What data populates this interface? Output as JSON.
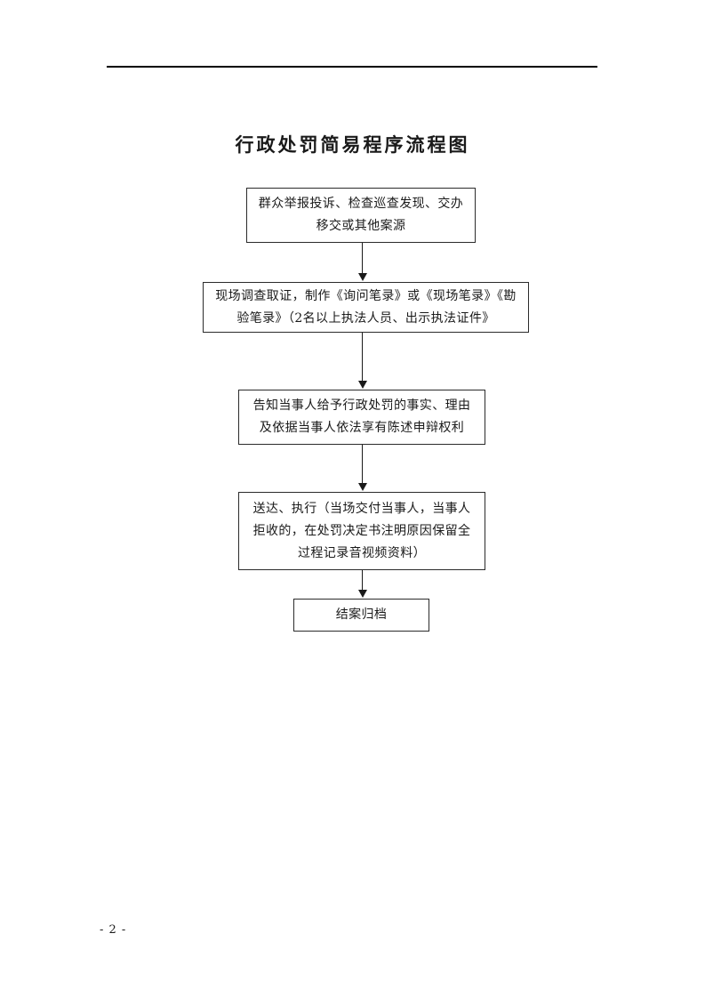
{
  "document": {
    "title": "行政处罚简易程序流程图",
    "page_number": "- 2 -"
  },
  "flowchart": {
    "type": "flowchart",
    "orientation": "vertical-top-to-bottom",
    "nodes": [
      {
        "id": "box-1",
        "label": "群众举报投诉、检查巡查发现、交办移交或其他案源"
      },
      {
        "id": "box-2",
        "label": "现场调查取证，制作《询问笔录》或《现场笔录》《勘验笔录》（2名以上执法人员、出示执法证件》"
      },
      {
        "id": "box-3",
        "label": "告知当事人给予行政处罚的事实、理由及依据当事人依法享有陈述申辩权利"
      },
      {
        "id": "box-4",
        "label": "送达、执行（当场交付当事人，当事人拒收的，在处罚决定书注明原因保留全过程记录音视频资料）"
      },
      {
        "id": "box-5",
        "label": "结案归档"
      }
    ],
    "connectors": [
      {
        "id": "arrow-1",
        "from": "box-1",
        "to": "box-2",
        "marker": "arrow-down-icon"
      },
      {
        "id": "arrow-2",
        "from": "box-2",
        "to": "box-3",
        "marker": "arrow-down-icon"
      },
      {
        "id": "arrow-3",
        "from": "box-3",
        "to": "box-4",
        "marker": "arrow-down-icon"
      },
      {
        "id": "arrow-4",
        "from": "box-4",
        "to": "box-5",
        "marker": "arrow-down-icon"
      }
    ]
  },
  "colors": {
    "page_background": "#ffffff",
    "text": "#1a1a1a",
    "box_border": "#2b2b2b",
    "rule": "#000000"
  }
}
